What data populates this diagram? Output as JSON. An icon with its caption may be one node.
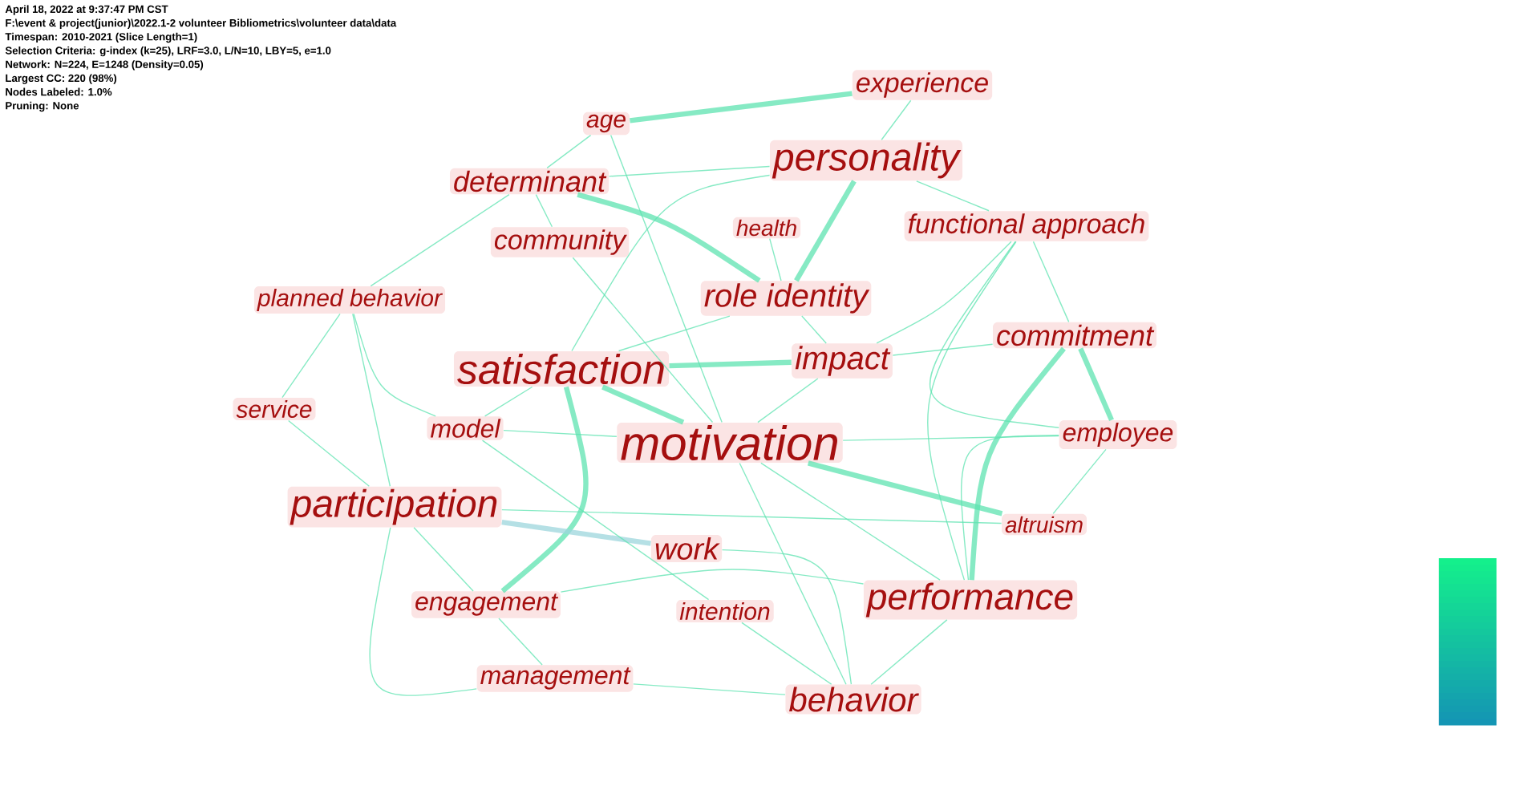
{
  "diagram": {
    "nodes": [
      {
        "text": [
          "experience"
        ]
      },
      {
        "text": [
          "age"
        ]
      },
      {
        "text": [
          "personality"
        ]
      },
      {
        "text": [
          "determinant"
        ]
      },
      {
        "text": [
          "health"
        ]
      },
      {
        "text": [
          "functional approach"
        ]
      },
      {
        "text": [
          "community"
        ]
      },
      {
        "text": [
          "planned behavior"
        ]
      },
      {
        "text": [
          "role identity"
        ]
      },
      {
        "text": [
          "impact"
        ]
      },
      {
        "text": [
          "commitment"
        ]
      },
      {
        "text": [
          "satisfaction"
        ]
      },
      {
        "text": [
          "service"
        ]
      },
      {
        "text": [
          "model"
        ]
      },
      {
        "text": [
          "motivation"
        ]
      },
      {
        "text": [
          "employee"
        ]
      },
      {
        "text": [
          "participation"
        ]
      },
      {
        "text": [
          "altruism"
        ]
      },
      {
        "text": [
          "work"
        ]
      },
      {
        "text": [
          "engagement"
        ]
      },
      {
        "text": [
          "intention"
        ]
      },
      {
        "text": [
          "performance"
        ]
      },
      {
        "text": [
          "management"
        ]
      },
      {
        "text": [
          "behavior"
        ]
      }
    ],
    "edges": [
      {
        "from": 0,
        "to": 1,
        "arrow": "none",
        "style": "thick"
      },
      {
        "from": 0,
        "to": 2,
        "arrow": "none"
      },
      {
        "from": 1,
        "to": 3,
        "arrow": "none"
      },
      {
        "from": 1,
        "to": 14,
        "arrow": "none"
      },
      {
        "from": 2,
        "to": 8,
        "arrow": "none",
        "style": "thick"
      },
      {
        "from": 2,
        "to": 11,
        "arrow": "none"
      },
      {
        "from": 2,
        "to": 5,
        "arrow": "none"
      },
      {
        "from": 3,
        "to": 6,
        "arrow": "none"
      },
      {
        "from": 3,
        "to": 8,
        "arrow": "none",
        "style": "thick"
      },
      {
        "from": 3,
        "to": 2,
        "arrow": "none"
      },
      {
        "from": 3,
        "to": 7,
        "arrow": "none"
      },
      {
        "from": 6,
        "to": 14,
        "arrow": "none"
      },
      {
        "from": 7,
        "to": 16,
        "arrow": "none"
      },
      {
        "from": 7,
        "to": 13,
        "arrow": "none"
      },
      {
        "from": 8,
        "to": 9,
        "arrow": "none"
      },
      {
        "from": 8,
        "to": 11,
        "arrow": "none"
      },
      {
        "from": 4,
        "to": 8,
        "arrow": "none"
      },
      {
        "from": 5,
        "to": 10,
        "arrow": "none"
      },
      {
        "from": 5,
        "to": 15,
        "arrow": "none"
      },
      {
        "from": 5,
        "to": 9,
        "arrow": "none"
      },
      {
        "from": 5,
        "to": 21,
        "arrow": "none"
      },
      {
        "from": 9,
        "to": 11,
        "arrow": "none",
        "style": "thick"
      },
      {
        "from": 9,
        "to": 14,
        "arrow": "none"
      },
      {
        "from": 10,
        "to": 15,
        "arrow": "none",
        "style": "thick"
      },
      {
        "from": 10,
        "to": 21,
        "arrow": "none",
        "style": "thick"
      },
      {
        "from": 10,
        "to": 9,
        "arrow": "none"
      },
      {
        "from": 15,
        "to": 21,
        "arrow": "none"
      },
      {
        "from": 15,
        "to": 17,
        "arrow": "none"
      },
      {
        "from": 15,
        "to": 14,
        "arrow": "none"
      },
      {
        "from": 17,
        "to": 14,
        "arrow": "none",
        "style": "thick"
      },
      {
        "from": 17,
        "to": 16,
        "arrow": "none"
      },
      {
        "from": 11,
        "to": 14,
        "arrow": "none",
        "style": "thick"
      },
      {
        "from": 11,
        "to": 13,
        "arrow": "none"
      },
      {
        "from": 11,
        "to": 19,
        "arrow": "none",
        "style": "thick"
      },
      {
        "from": 12,
        "to": 16,
        "arrow": "none"
      },
      {
        "from": 13,
        "to": 14,
        "arrow": "none"
      },
      {
        "from": 14,
        "to": 23,
        "arrow": "none"
      },
      {
        "from": 14,
        "to": 21,
        "arrow": "none"
      },
      {
        "from": 16,
        "to": 18,
        "arrow": "none",
        "style": "thick",
        "color": "#9cd6dc"
      },
      {
        "from": 16,
        "to": 19,
        "arrow": "none"
      },
      {
        "from": 16,
        "to": 22,
        "arrow": "none"
      },
      {
        "from": 19,
        "to": 22,
        "arrow": "none"
      },
      {
        "from": 19,
        "to": 21,
        "arrow": "none"
      },
      {
        "from": 20,
        "to": 23,
        "arrow": "none"
      },
      {
        "from": 18,
        "to": 23,
        "arrow": "none"
      },
      {
        "from": 21,
        "to": 23,
        "arrow": "none"
      },
      {
        "from": 22,
        "to": 23,
        "arrow": "none"
      },
      {
        "from": 13,
        "to": 20,
        "arrow": "none"
      },
      {
        "from": 12,
        "to": 7,
        "arrow": "none"
      }
    ],
    "labels": [
      "April 18, 2022 at 9:37:47 PM CST",
      "F:\\event & project(junior)\\2022.1-2 volunteer Bibliometrics\\volunteer data\\data",
      "Timespan: 2010-2021 (Slice Length=1)",
      "Selection Criteria: g-index (k=25), LRF=3.0, L/N=10, LBY=5, e=1.0",
      "Network: N=224, E=1248 (Density=0.05)",
      "Largest CC: 220 (98%)",
      "Nodes Labeled: 1.0%",
      "Pruning: None"
    ]
  }
}
